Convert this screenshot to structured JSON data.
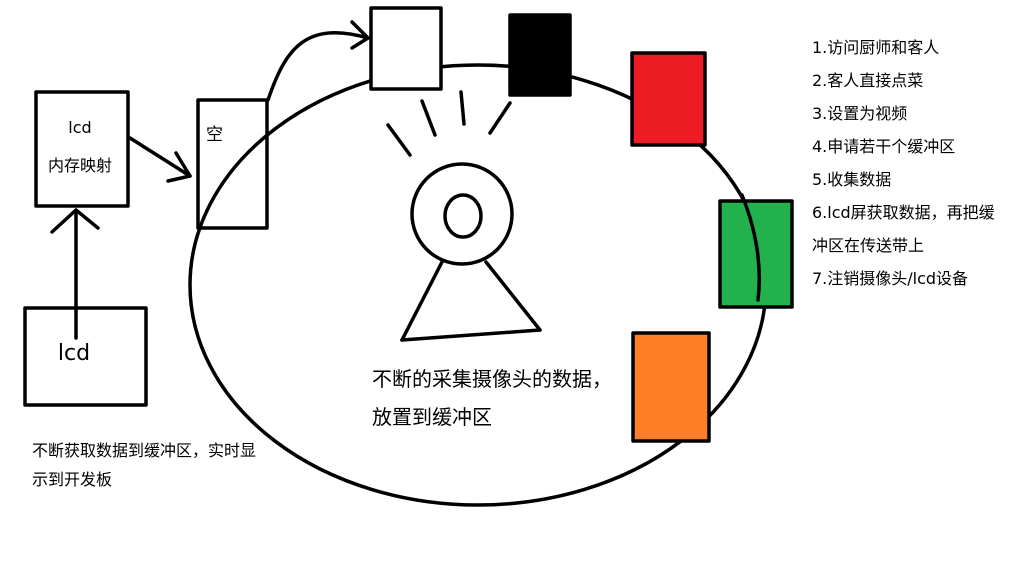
{
  "lcd_memory_box": {
    "title": "lcd",
    "subtitle": "内存映射"
  },
  "lcd_box": {
    "label": "lcd"
  },
  "empty_box": {
    "label": "空"
  },
  "center_caption": "不断的采集摄像头的数据，放置到缓冲区",
  "bottom_note": "不断获取数据到缓冲区，实时显示到开发板",
  "steps": [
    "1.访问厨师和客人",
    "2.客人直接点菜",
    "3.设置为视频",
    "4.申请若干个缓冲区",
    "5.收集数据",
    "6.lcd屏获取数据，再把缓冲区在传送带上",
    "7.注销摄像头/lcd设备"
  ],
  "buffer_colors": {
    "white": "#ffffff",
    "black": "#000000",
    "red": "#ed1c24",
    "green": "#22b14c",
    "orange": "#ff7f27"
  }
}
